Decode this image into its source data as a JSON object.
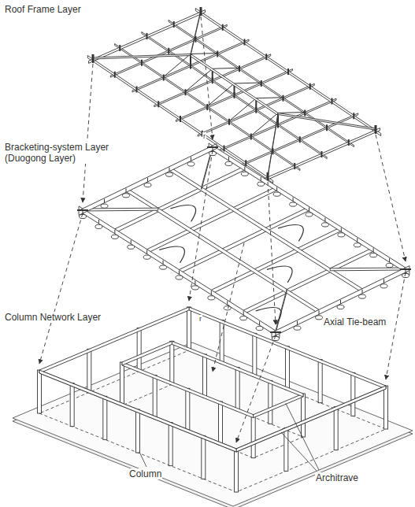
{
  "diagram": {
    "labels": [
      "Roof Frame Layer",
      "Bracketing-system Layer (Duogong Layer)",
      "r",
      "Axial Tie-beam",
      "Column Network Layer",
      "r",
      "Column",
      "Architrave"
    ]
  }
}
